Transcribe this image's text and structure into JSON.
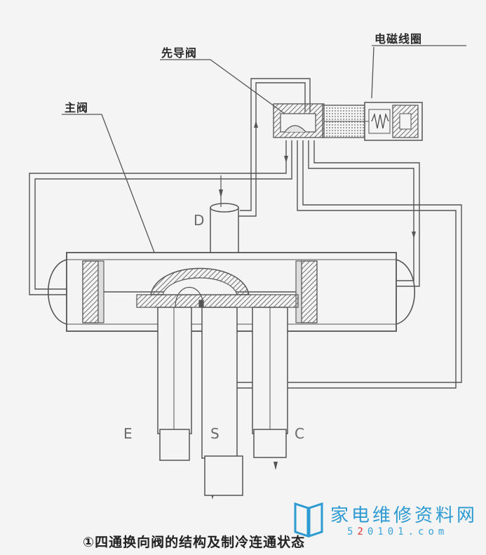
{
  "labels": {
    "solenoid_coil": "电磁线圈",
    "pilot_valve": "先导阀",
    "main_valve": "主阀",
    "port_d": "D",
    "port_e": "E",
    "port_s": "S",
    "port_c": "C"
  },
  "caption": "①四通换向阀的结构及制冷连通状态",
  "logo": {
    "text": "家电维修资料网",
    "url_prefix": "5",
    "url_red": "2",
    "url_suffix": "0101.com"
  },
  "colors": {
    "background": "#f3f4f3",
    "line": "#555555",
    "hatch": "#7a7a7a",
    "logo_blue": "#2d9ad2"
  }
}
